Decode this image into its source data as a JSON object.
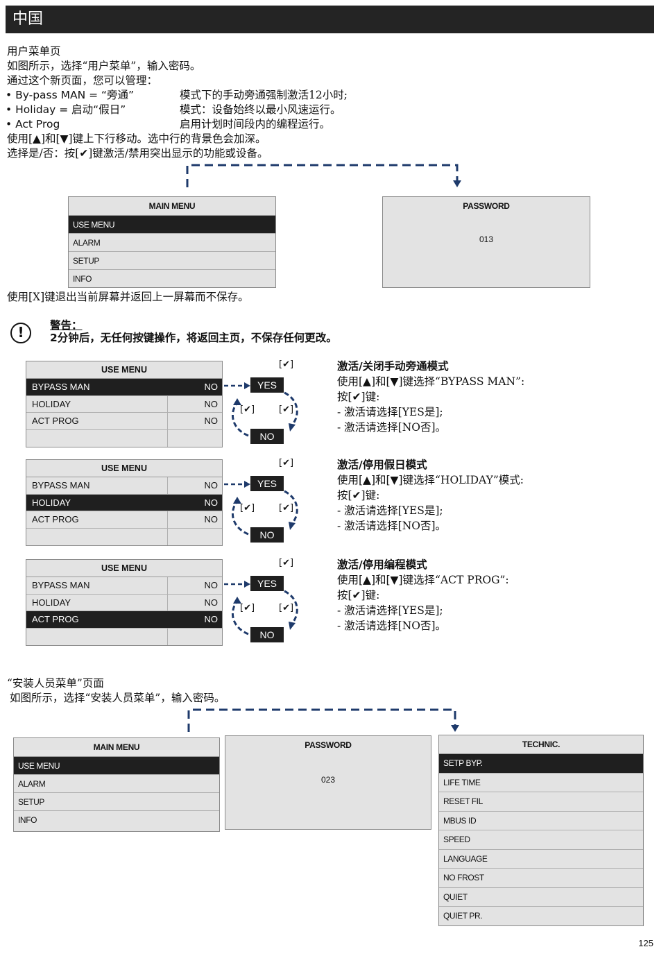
{
  "header": {
    "title": "中国"
  },
  "intro": {
    "heading": "用户菜单页",
    "line1": "如图所示，选择“用户菜单”，输入密码。",
    "line2": "通过这个新页面，您可以管理：",
    "bullets": [
      {
        "label": "• By-pass MAN = “旁通”",
        "desc": "模式下的手动旁通强制激活12小时;"
      },
      {
        "label": "• Holiday = 启动“假日”",
        "desc": "模式：设备始终以最小风速运行。"
      },
      {
        "label": "• Act Prog",
        "desc": "启用计划时间段内的编程运行。"
      }
    ],
    "line3": "使用[▲]和[▼]键上下行移动。选中行的背景色会加深。",
    "line4": "选择是/否：按[✔]键激活/禁用突出显示的功能或设备。"
  },
  "main_menu_1": {
    "title": "MAIN MENU",
    "items": [
      "USE MENU",
      "ALARM",
      "SETUP",
      "INFO"
    ],
    "selected": 0
  },
  "password_1": {
    "title": "PASSWORD",
    "value": "013"
  },
  "exit_note": "使用[X]键退出当前屏幕并返回上一屏幕而不保存。",
  "warning": {
    "icon": "exclamation-circle-icon",
    "title": "警告：",
    "text": "2分钟后，无任何按键操作，将返回主页，不保存任何更改。"
  },
  "use_menus": [
    {
      "title": "USE MENU",
      "rows": [
        {
          "label": "BYPASS MAN",
          "value": "NO"
        },
        {
          "label": "HOLIDAY",
          "value": "NO"
        },
        {
          "label": "ACT PROG",
          "value": "NO"
        },
        {
          "label": "",
          "value": ""
        }
      ],
      "selected": 0,
      "yes": "YES",
      "no": "NO",
      "check": "[✔]",
      "desc_title": "激活/关闭手动旁通模式",
      "desc_lines": [
        "使用[▲]和[▼]键选择“BYPASS MAN”:",
        "按[✔]键:",
        "- 激活请选择[YES是];",
        "- 激活请选择[NO否]。"
      ]
    },
    {
      "title": "USE MENU",
      "rows": [
        {
          "label": "BYPASS MAN",
          "value": "NO"
        },
        {
          "label": "HOLIDAY",
          "value": "NO"
        },
        {
          "label": "ACT PROG",
          "value": "NO"
        },
        {
          "label": "",
          "value": ""
        }
      ],
      "selected": 1,
      "yes": "YES",
      "no": "NO",
      "check": "[✔]",
      "desc_title": "激活/停用假日模式",
      "desc_lines": [
        "使用[▲]和[▼]键选择“HOLIDAY”模式:",
        "按[✔]键:",
        "- 激活请选择[YES是];",
        "- 激活请选择[NO否]。"
      ]
    },
    {
      "title": "USE MENU",
      "rows": [
        {
          "label": "BYPASS MAN",
          "value": "NO"
        },
        {
          "label": "HOLIDAY",
          "value": "NO"
        },
        {
          "label": "ACT PROG",
          "value": "NO"
        },
        {
          "label": "",
          "value": ""
        }
      ],
      "selected": 2,
      "yes": "YES",
      "no": "NO",
      "check": "[✔]",
      "desc_title": "激活/停用编程模式",
      "desc_lines": [
        "使用[▲]和[▼]键选择“ACT PROG”:",
        "按[✔]键:",
        "- 激活请选择[YES是];",
        "- 激活请选择[NO否]。"
      ]
    }
  ],
  "installer": {
    "heading": "“安装人员菜单”页面",
    "line1": "如图所示，选择“安装人员菜单”，输入密码。"
  },
  "main_menu_2": {
    "title": "MAIN MENU",
    "items": [
      "USE MENU",
      "ALARM",
      "SETUP",
      "INFO"
    ],
    "selected": 0
  },
  "password_2": {
    "title": "PASSWORD",
    "value": "023"
  },
  "technic_menu": {
    "title": "TECHNIC.",
    "items": [
      "SETP BYP.",
      "LIFE TIME",
      "RESET FIL",
      "MBUS ID",
      "SPEED",
      "LANGUAGE",
      "NO FROST",
      "QUIET",
      "QUIET PR."
    ],
    "selected": 0
  },
  "page_number": "125",
  "colors": {
    "dark": "#1f1f1f",
    "lcd": "#e3e3e3",
    "arrow": "#1e3a6b"
  }
}
